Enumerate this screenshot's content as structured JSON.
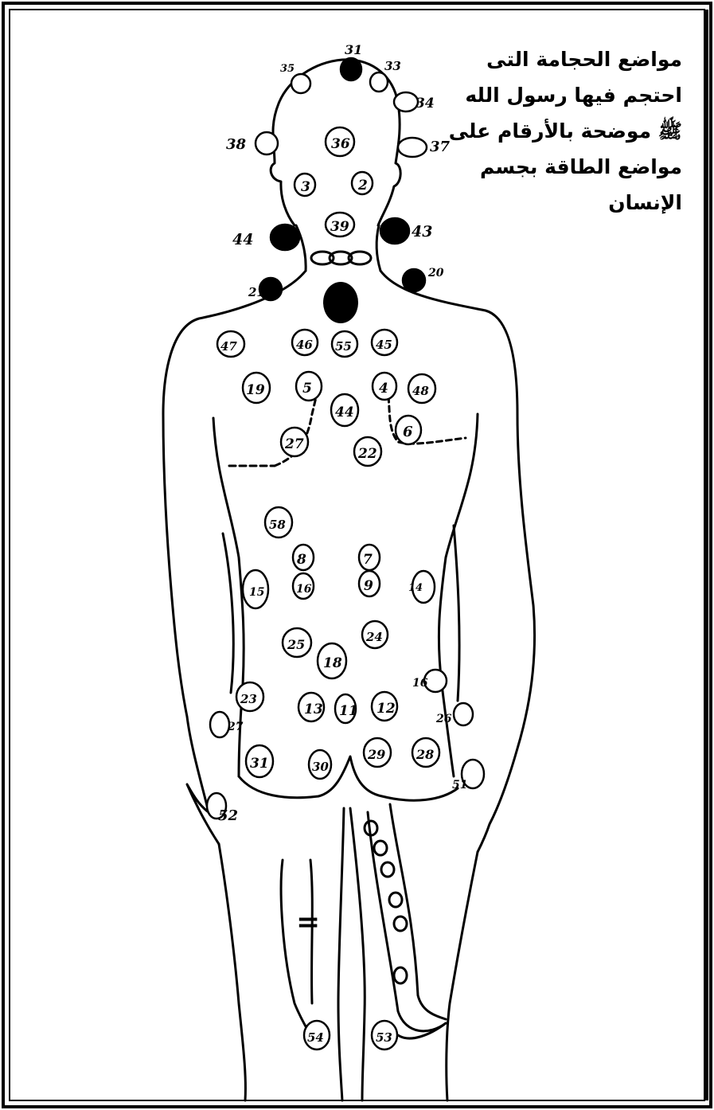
{
  "caption": {
    "lines": [
      "مواضع الحجامة التى",
      "احتجم فيها رسول الله",
      "ﷺ موضحة بالأرقام على",
      "مواضع الطاقة بجسم",
      "الإنسان"
    ]
  },
  "points": [
    {
      "label": "35",
      "shape": "open",
      "filled": false
    },
    {
      "label": "31",
      "shape": "open",
      "filled": true
    },
    {
      "label": "33",
      "shape": "open",
      "filled": false
    },
    {
      "label": "34",
      "shape": "open",
      "filled": false
    },
    {
      "label": "38",
      "shape": "open",
      "filled": false
    },
    {
      "label": "37",
      "shape": "open",
      "filled": false
    },
    {
      "label": "36",
      "shape": "circle",
      "filled": false
    },
    {
      "label": "3",
      "shape": "circle",
      "filled": false
    },
    {
      "label": "2",
      "shape": "circle",
      "filled": false
    },
    {
      "label": "39",
      "shape": "circle",
      "filled": false
    },
    {
      "label": "44",
      "shape": "open",
      "filled": true
    },
    {
      "label": "43",
      "shape": "open",
      "filled": true
    },
    {
      "label": "21",
      "shape": "open",
      "filled": true
    },
    {
      "label": "20",
      "shape": "open",
      "filled": true
    },
    {
      "label": "47",
      "shape": "circle",
      "filled": false
    },
    {
      "label": "46",
      "shape": "circle",
      "filled": false
    },
    {
      "label": "55",
      "shape": "circle",
      "filled": false
    },
    {
      "label": "45",
      "shape": "circle",
      "filled": false
    },
    {
      "label": "19",
      "shape": "circle",
      "filled": false
    },
    {
      "label": "5",
      "shape": "circle",
      "filled": false
    },
    {
      "label": "4",
      "shape": "circle",
      "filled": false
    },
    {
      "label": "48",
      "shape": "circle",
      "filled": false
    },
    {
      "label": "44",
      "shape": "circle",
      "filled": false
    },
    {
      "label": "6",
      "shape": "circle",
      "filled": false
    },
    {
      "label": "27",
      "shape": "circle",
      "filled": false
    },
    {
      "label": "22",
      "shape": "circle",
      "filled": false
    },
    {
      "label": "58",
      "shape": "circle",
      "filled": false
    },
    {
      "label": "8",
      "shape": "circle",
      "filled": false
    },
    {
      "label": "7",
      "shape": "circle",
      "filled": false
    },
    {
      "label": "15",
      "shape": "circle",
      "filled": false
    },
    {
      "label": "16",
      "shape": "circle",
      "filled": false
    },
    {
      "label": "9",
      "shape": "circle",
      "filled": false
    },
    {
      "label": "14",
      "shape": "open",
      "filled": false
    },
    {
      "label": "25",
      "shape": "circle",
      "filled": false
    },
    {
      "label": "24",
      "shape": "circle",
      "filled": false
    },
    {
      "label": "18",
      "shape": "circle",
      "filled": false
    },
    {
      "label": "16",
      "shape": "open",
      "filled": false
    },
    {
      "label": "23",
      "shape": "circle",
      "filled": false
    },
    {
      "label": "13",
      "shape": "circle",
      "filled": false
    },
    {
      "label": "11",
      "shape": "circle",
      "filled": false
    },
    {
      "label": "12",
      "shape": "circle",
      "filled": false
    },
    {
      "label": "27",
      "shape": "open",
      "filled": false
    },
    {
      "label": "26",
      "shape": "open",
      "filled": false
    },
    {
      "label": "31",
      "shape": "circle",
      "filled": false
    },
    {
      "label": "30",
      "shape": "circle",
      "filled": false
    },
    {
      "label": "29",
      "shape": "circle",
      "filled": false
    },
    {
      "label": "28",
      "shape": "circle",
      "filled": false
    },
    {
      "label": "51",
      "shape": "open",
      "filled": false
    },
    {
      "label": "52",
      "shape": "open",
      "filled": false
    },
    {
      "label": "54",
      "shape": "circle",
      "filled": false
    },
    {
      "label": "53",
      "shape": "circle",
      "filled": false
    }
  ],
  "leg_mark": "="
}
